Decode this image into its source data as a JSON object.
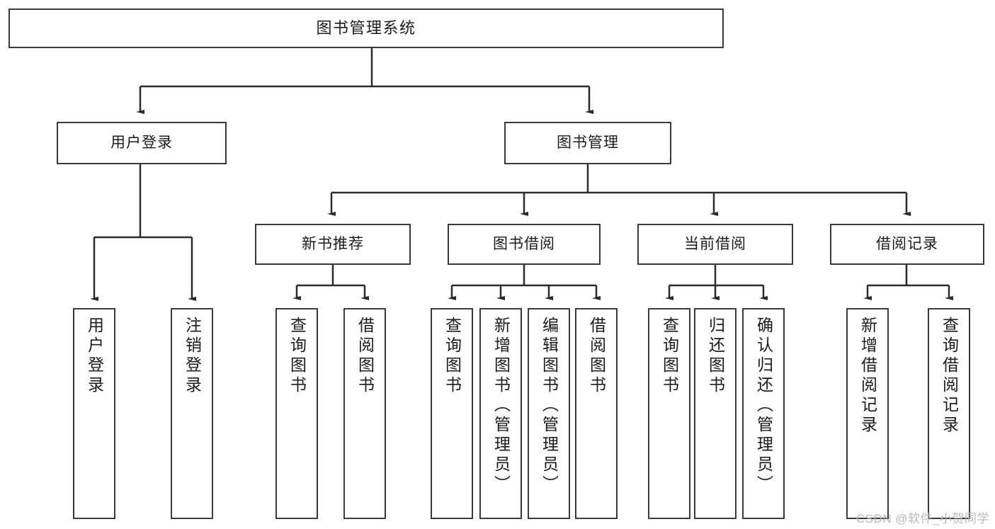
{
  "diagram": {
    "type": "tree",
    "title": "图书管理系统",
    "watermark": "CSDN @软件_小贺同学",
    "colors": {
      "box_border": "#3a3a3a",
      "box_fill": "#ffffff",
      "connector": "#2b2b2b",
      "text": "#1b1b1b",
      "watermark": "#b9b9b9"
    },
    "root": {
      "label": "图书管理系统"
    },
    "level1": [
      {
        "label": "用户登录"
      },
      {
        "label": "图书管理"
      }
    ],
    "level2": [
      {
        "label": "新书推荐"
      },
      {
        "label": "图书借阅"
      },
      {
        "label": "当前借阅"
      },
      {
        "label": "借阅记录"
      }
    ],
    "leaves": {
      "user_login": [
        {
          "label": "用户登录"
        },
        {
          "label": "注销登录"
        }
      ],
      "new_book_recommend": [
        {
          "label": "查询图书"
        },
        {
          "label": "借阅图书"
        }
      ],
      "book_borrow": [
        {
          "label": "查询图书"
        },
        {
          "label": "新增图书（管理员）"
        },
        {
          "label": "编辑图书（管理员）"
        },
        {
          "label": "借阅图书"
        }
      ],
      "current_borrow": [
        {
          "label": "查询图书"
        },
        {
          "label": "归还图书"
        },
        {
          "label": "确认归还（管理员）"
        }
      ],
      "borrow_record": [
        {
          "label": "新增借阅记录"
        },
        {
          "label": "查询借阅记录"
        }
      ]
    }
  }
}
